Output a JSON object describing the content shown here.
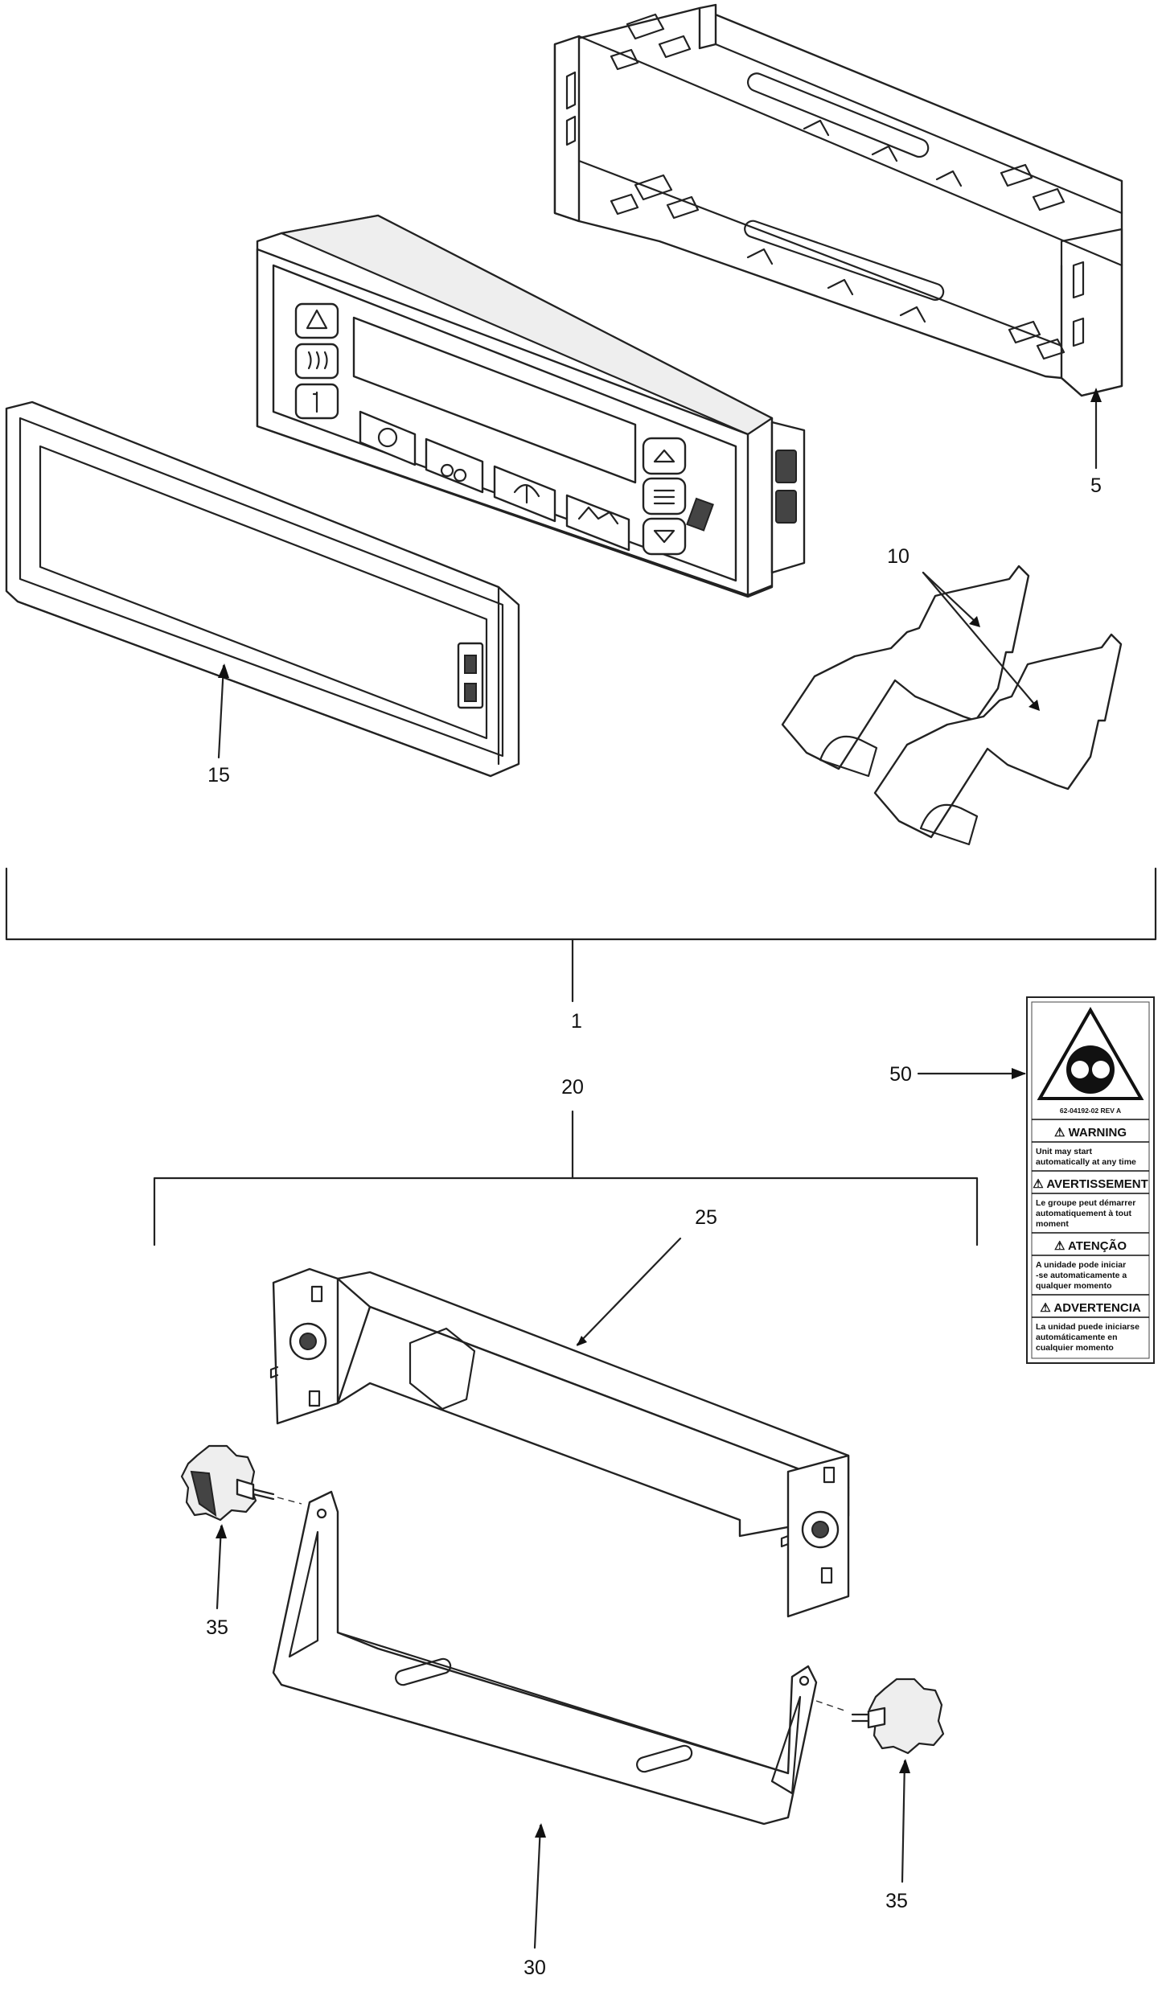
{
  "callouts": {
    "c1": "1",
    "c5": "5",
    "c10": "10",
    "c15": "15",
    "c20": "20",
    "c25": "25",
    "c30": "30",
    "c35a": "35",
    "c35b": "35",
    "c50": "50"
  },
  "decal": {
    "part_number": "62-04192-02  REV A",
    "sections": [
      {
        "heading": "WARNING",
        "lines": [
          "Unit may start",
          "automatically at any time"
        ]
      },
      {
        "heading": "AVERTISSEMENT",
        "lines": [
          "Le groupe peut démarrer",
          "automatiquement à tout",
          "moment"
        ]
      },
      {
        "heading": "ATENÇÃO",
        "lines": [
          "A unidade pode iniciar",
          "-se automaticamente a",
          "qualquer momento"
        ]
      },
      {
        "heading": "ADVERTENCIA",
        "lines": [
          "La unidad puede iniciarse",
          "automáticamente en",
          "cualquier momento"
        ]
      }
    ]
  },
  "colors": {
    "line": "#222222",
    "fill": "#ffffff",
    "shade": "#eeeeee"
  }
}
